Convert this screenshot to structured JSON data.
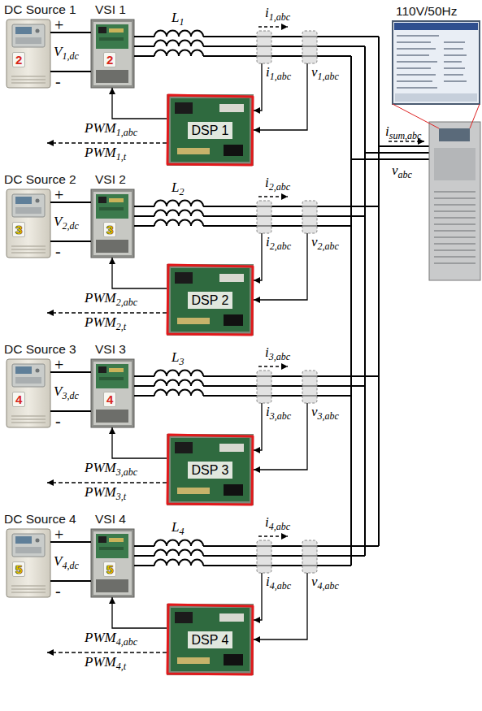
{
  "diagram": {
    "nodes": [
      {
        "text": [
          "DC Source 1"
        ]
      },
      {
        "text": [
          "VSI 1"
        ]
      },
      {
        "text": [
          "110V/50Hz"
        ]
      },
      {
        "text": [
          "DSP 1"
        ]
      },
      {
        "text": [
          "DC Source 2"
        ]
      },
      {
        "text": [
          "VSI 2"
        ]
      },
      {
        "text": [
          "DSP 2"
        ]
      },
      {
        "text": [
          "DC Source 3"
        ]
      },
      {
        "text": [
          "VSI 3"
        ]
      },
      {
        "text": [
          "DSP 3"
        ]
      },
      {
        "text": [
          "DC Source 4"
        ]
      },
      {
        "text": [
          "VSI 4"
        ]
      },
      {
        "text": [
          "DSP 4"
        ]
      }
    ],
    "edges": [
      {
        "from": 0,
        "to": 1,
        "arrow": "none"
      },
      {
        "from": 3,
        "to": 1,
        "label": "PWM1,abc",
        "arrow": "to"
      },
      {
        "from": 4,
        "to": 5,
        "arrow": "none"
      },
      {
        "from": 6,
        "to": 5,
        "label": "PWM2,abc",
        "arrow": "to"
      },
      {
        "from": 7,
        "to": 8,
        "arrow": "none"
      },
      {
        "from": 9,
        "to": 8,
        "label": "PWM3,abc",
        "arrow": "to"
      },
      {
        "from": 10,
        "to": 11,
        "arrow": "none"
      },
      {
        "from": 12,
        "to": 11,
        "label": "PWM4,abc",
        "arrow": "to"
      }
    ],
    "labels": [
      "V1,dc",
      "+",
      "-",
      "L1",
      "i1,abc",
      "i1,abc",
      "v1,abc",
      "PWM1,t",
      "2",
      "2",
      "V2,dc",
      "+",
      "-",
      "L2",
      "i2,abc",
      "i2,abc",
      "v2,abc",
      "PWM2,t",
      "3",
      "3",
      "V3,dc",
      "+",
      "-",
      "L3",
      "i3,abc",
      "i3,abc",
      "v3,abc",
      "PWM3,t",
      "4",
      "4",
      "V4,dc",
      "+",
      "-",
      "L4",
      "i4,abc",
      "i4,abc",
      "v4,abc",
      "PWM4,t",
      "5",
      "5",
      "isum,abc",
      "vabc"
    ]
  }
}
